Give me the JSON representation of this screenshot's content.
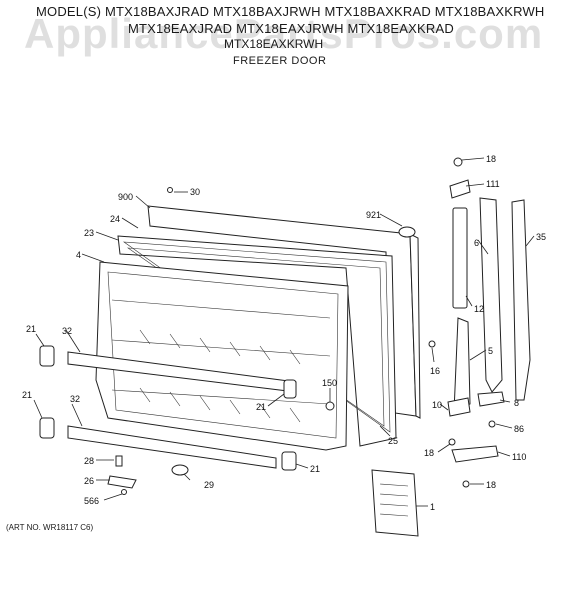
{
  "header": {
    "models_line1": "MODEL(S) MTX18BAXJRAD  MTX18BAXJRWH  MTX18BAXKRAD  MTX18BAXKRWH",
    "models_line2": "MTX18EAXJRAD  MTX18EAXJRWH  MTX18EAXKRAD",
    "models_line3": "MTX18EAXKRWH",
    "subtitle": "FREEZER DOOR"
  },
  "watermark": "AppliancePartsPros.com",
  "art_number": "(ART NO. WR18117 C6)",
  "callouts": {
    "c18a": "18",
    "c111": "111",
    "c30": "30",
    "c900": "900",
    "c921": "921",
    "c24": "24",
    "c23": "23",
    "c4": "4",
    "c6": "6",
    "c35": "35",
    "c12": "12",
    "c21a": "21",
    "c32a": "32",
    "c16": "16",
    "c5": "5",
    "c150": "150",
    "c21b": "21",
    "c21c": "21",
    "c32b": "32",
    "c8": "8",
    "c10": "10",
    "c86": "86",
    "c25": "25",
    "c18b": "18",
    "c110": "110",
    "c28": "28",
    "c21d": "21",
    "c26": "26",
    "c29": "29",
    "c18c": "18",
    "c566": "566",
    "c1": "1"
  }
}
